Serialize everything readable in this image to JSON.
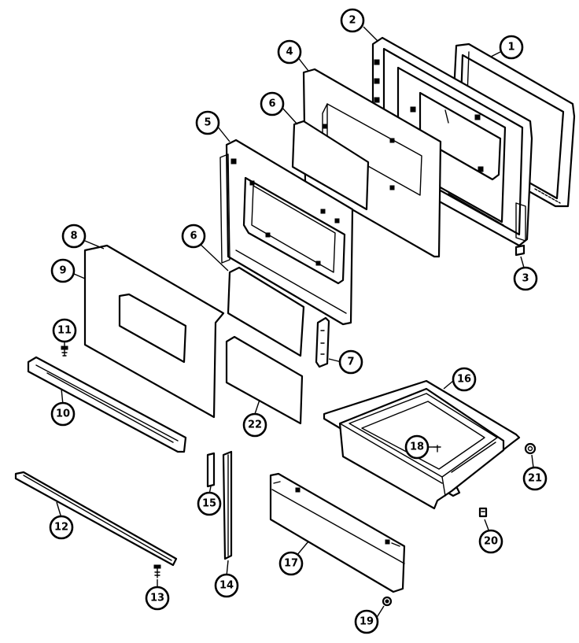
{
  "colors": {
    "line": "#000000",
    "background": "#ffffff"
  },
  "callouts": [
    {
      "id": "c1",
      "label": "1"
    },
    {
      "id": "c2",
      "label": "2"
    },
    {
      "id": "c3",
      "label": "3"
    },
    {
      "id": "c4",
      "label": "4"
    },
    {
      "id": "c5",
      "label": "5"
    },
    {
      "id": "c6a",
      "label": "6"
    },
    {
      "id": "c6b",
      "label": "6"
    },
    {
      "id": "c7",
      "label": "7"
    },
    {
      "id": "c8",
      "label": "8"
    },
    {
      "id": "c9",
      "label": "9"
    },
    {
      "id": "c10",
      "label": "10"
    },
    {
      "id": "c11",
      "label": "11"
    },
    {
      "id": "c12",
      "label": "12"
    },
    {
      "id": "c13",
      "label": "13"
    },
    {
      "id": "c14",
      "label": "14"
    },
    {
      "id": "c15",
      "label": "15"
    },
    {
      "id": "c16",
      "label": "16"
    },
    {
      "id": "c17",
      "label": "17"
    },
    {
      "id": "c18",
      "label": "18"
    },
    {
      "id": "c19",
      "label": "19"
    },
    {
      "id": "c20",
      "label": "20"
    },
    {
      "id": "c21",
      "label": "21"
    },
    {
      "id": "c22",
      "label": "22"
    }
  ]
}
